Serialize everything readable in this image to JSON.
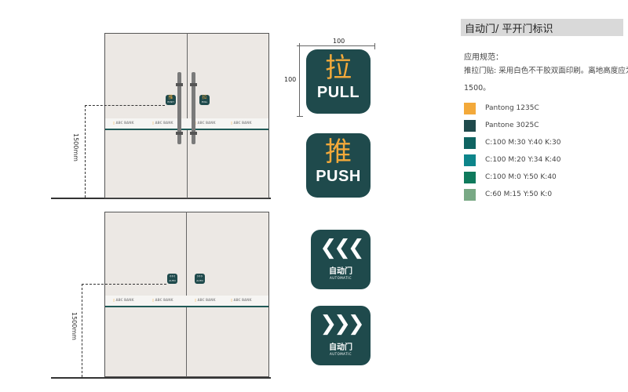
{
  "header": {
    "title": "自动门/ 平开门标识"
  },
  "spec": {
    "heading": "应用规范：",
    "line1": "推拉门贴: 采用白色不干胶双面印刷。离地高度应为",
    "line2": "1500。"
  },
  "swatches": [
    {
      "label": "Pantong 1235C",
      "color": "#f3a93a"
    },
    {
      "label": "Pantone 3025C",
      "color": "#1f4a4c"
    },
    {
      "label": "C:100 M:30 Y:40 K:30",
      "color": "#0f6462"
    },
    {
      "label": "C:100 M:20 Y:34 K:40",
      "color": "#0d858a"
    },
    {
      "label": "C:100 M:0 Y:50 K:40",
      "color": "#0f7a5c"
    },
    {
      "label": "C:60 M:15 Y:50 K:0",
      "color": "#79a985"
    }
  ],
  "dimensions": {
    "width": "100",
    "height": "100",
    "install_height": "1500mm"
  },
  "signs": {
    "pull": {
      "zh": "拉",
      "en": "PULL"
    },
    "push": {
      "zh": "推",
      "en": "PUSH"
    },
    "auto_left": {
      "arrows": "❮❮❮",
      "zh": "自动门",
      "en": "AUTOMATIC"
    },
    "auto_right": {
      "arrows": "❯❯❯",
      "zh": "自动门",
      "en": "AUTOMATIC"
    }
  },
  "band": {
    "logo_mark": "▯",
    "logo_text": "ABC BANK"
  },
  "mini": {
    "push": {
      "zh": "推",
      "en": "PUSH"
    },
    "pull": {
      "zh": "拉",
      "en": "PULL"
    },
    "auto_left": {
      "arrows": "‹‹‹",
      "en": "AUTO"
    },
    "auto_right": {
      "arrows": "›››",
      "en": "AUTO"
    }
  },
  "colors": {
    "sign_bg": "#1f4a4c",
    "accent": "#f3a93a",
    "door": "#ece8e4"
  }
}
